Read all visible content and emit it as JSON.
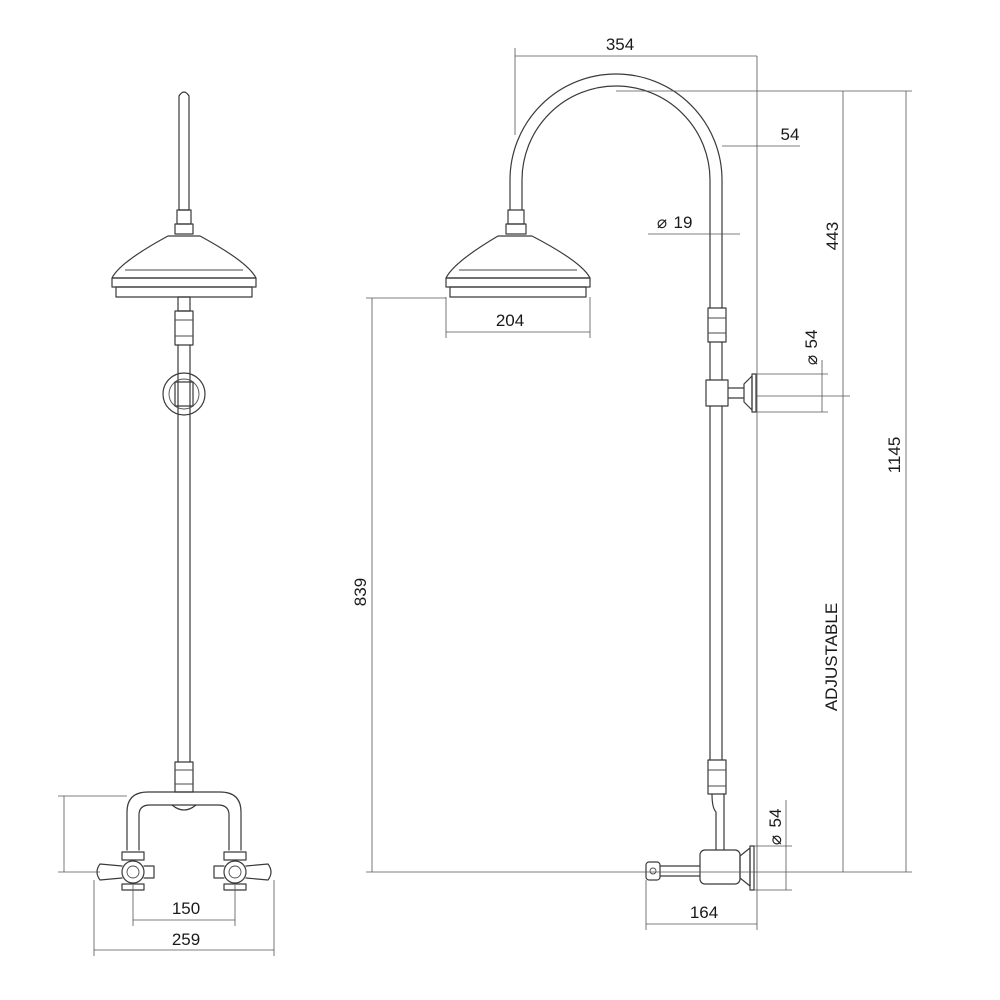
{
  "dimensions": {
    "arm_reach": "354",
    "wall_offset": "54",
    "pipe_diameter": "19",
    "total_height_from_head": "443",
    "rose_diameter": "204",
    "bracket_diameter": "54",
    "overall_height": "1145",
    "head_height": "839",
    "adjustable_label": "ADJUSTABLE",
    "tap_bracket_diameter": "54",
    "tap_centres": "150",
    "tap_overall_width": "259",
    "tap_projection": "164"
  },
  "symbols": {
    "diameter": "⌀"
  },
  "colors": {
    "line": "#3a3a3a",
    "background": "#ffffff"
  }
}
